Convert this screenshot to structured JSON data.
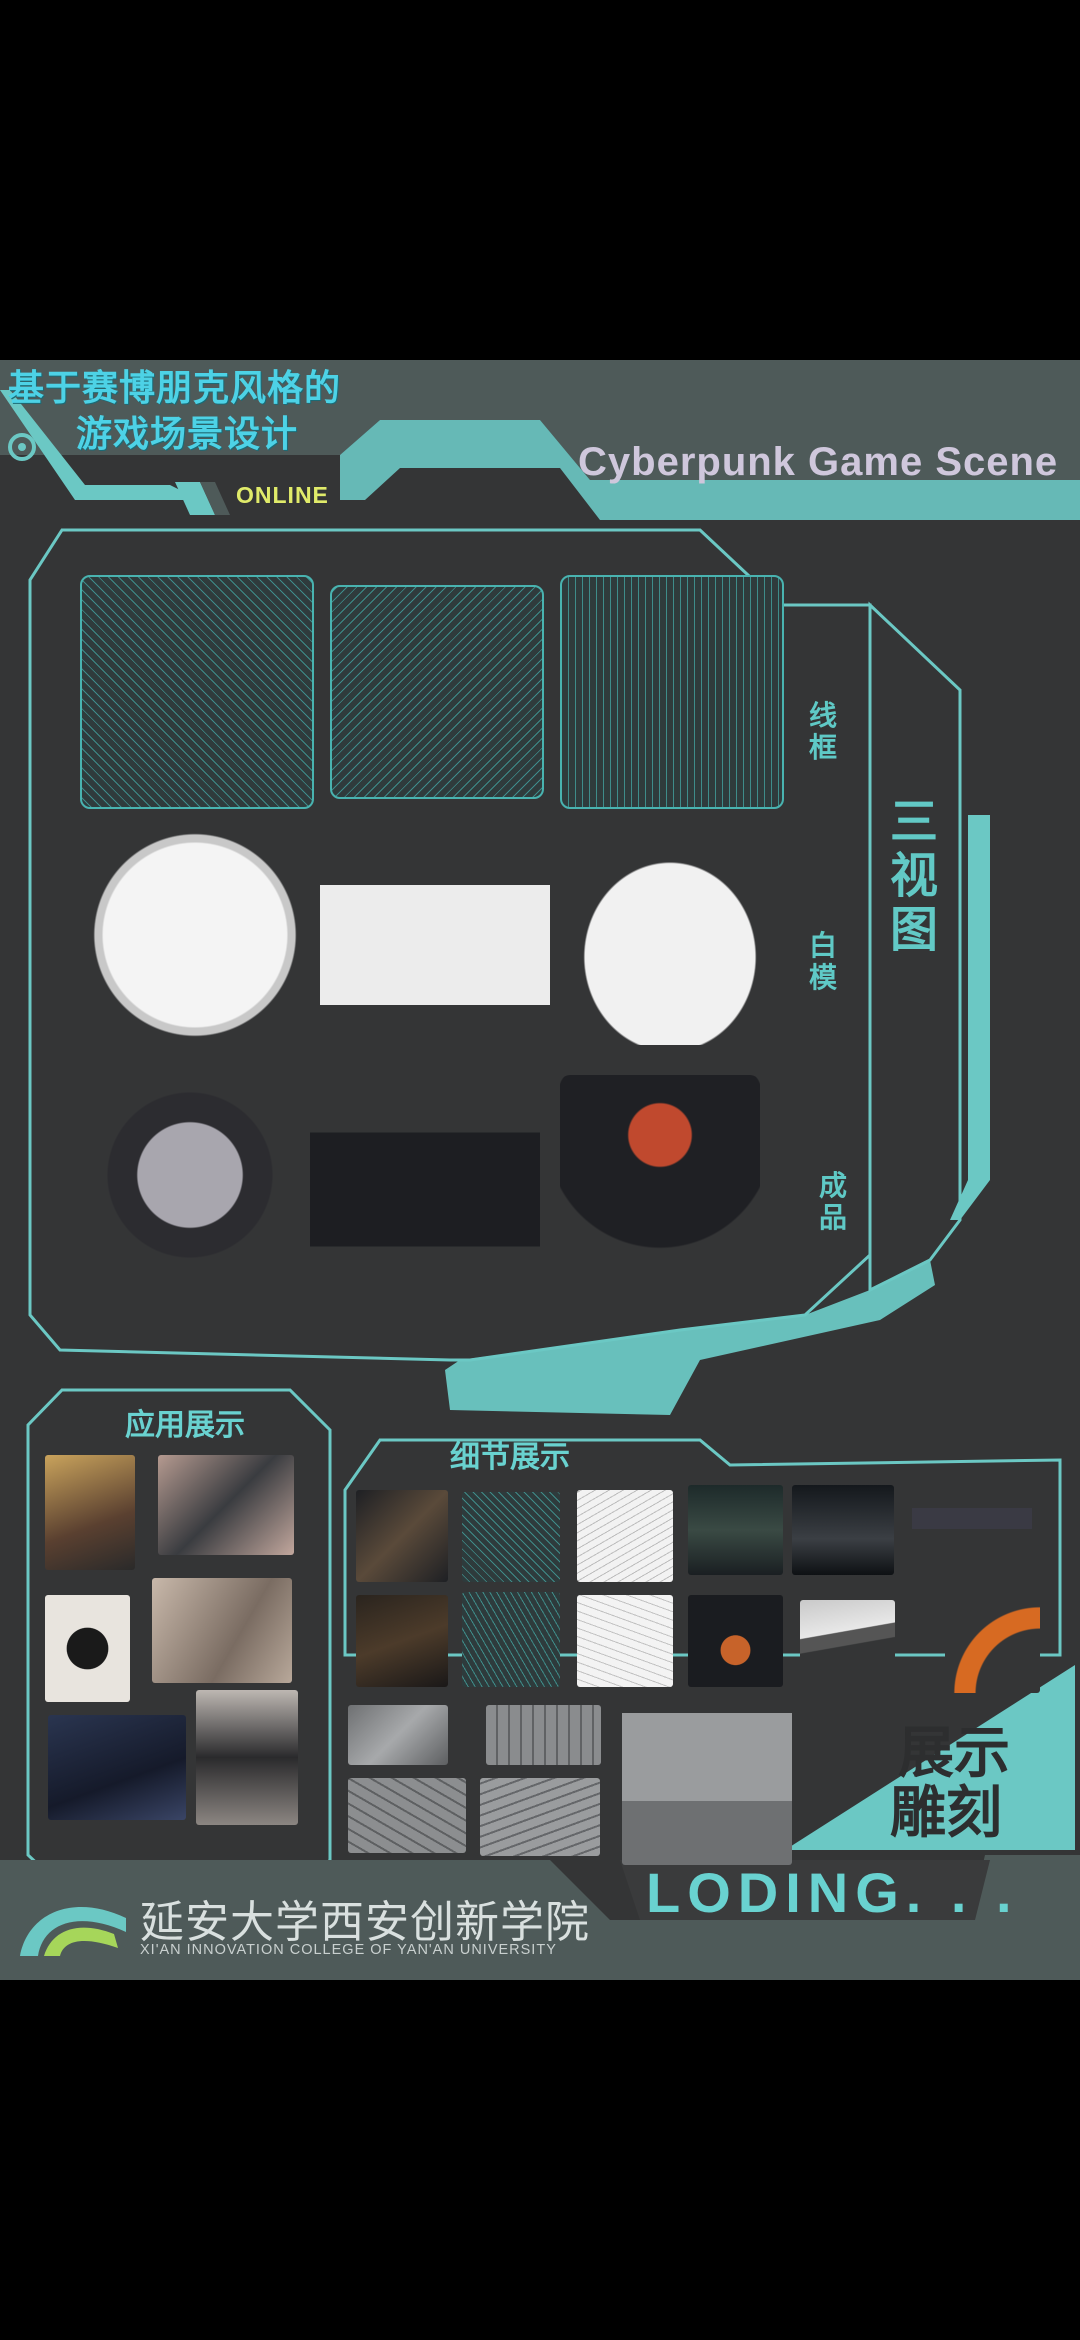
{
  "poster": {
    "title_cn_line1": "基于赛博朋克风格的",
    "title_cn_line2": "游戏场景设计",
    "title_en": "Cyberpunk Game Scene",
    "online_label": "ONLINE",
    "three_view": {
      "stamp_chars": [
        "三",
        "视",
        "图"
      ],
      "row_labels": [
        "线框",
        "白模",
        "成品"
      ]
    },
    "application_title": "应用展示",
    "detail_title": "细节展示",
    "carving_chars": [
      "雕刻",
      "展示"
    ],
    "loading_text": "LODING. . .",
    "college_cn": "延安大学西安创新学院",
    "college_en": "XI'AN INNOVATION COLLEGE OF YAN'AN UNIVERSITY"
  },
  "colors": {
    "background": "#343536",
    "header_band": "#4e5a59",
    "accent_teal": "#6bc8c4",
    "title_blue": "#4dd2e6",
    "online_yellow": "#e0eb6a"
  }
}
